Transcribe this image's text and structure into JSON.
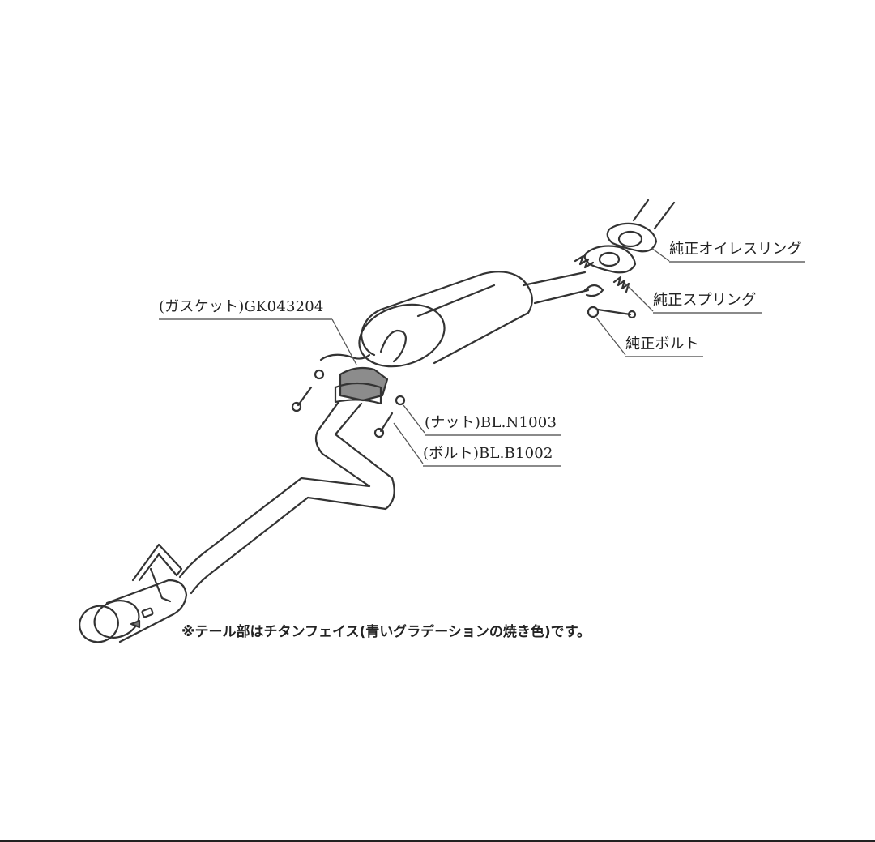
{
  "diagram": {
    "type": "exploded-parts-diagram",
    "subject": "exhaust system (muffler)",
    "colors": {
      "line": "#333333",
      "leader": "#555555",
      "underline": "#8a8a8a",
      "gasket_fill": "#8c8c8c",
      "background": "#ffffff"
    },
    "labels": {
      "oil_ring": "純正オイレスリング",
      "spring": "純正スプリング",
      "bolt_stock": "純正ボルト",
      "gasket": "(ガスケット)GK043204",
      "nut": "(ナット)BL.N1003",
      "bolt": "(ボルト)BL.B1002"
    },
    "note": "※テール部はチタンフェイス(青いグラデーションの焼き色)です。",
    "components": [
      "front-pipe-flange",
      "oil-ring",
      "spring",
      "stock-bolt",
      "muffler",
      "gasket",
      "nut",
      "bolt",
      "tail-pipe",
      "hanger-bracket",
      "titanium-tail-tip"
    ]
  }
}
